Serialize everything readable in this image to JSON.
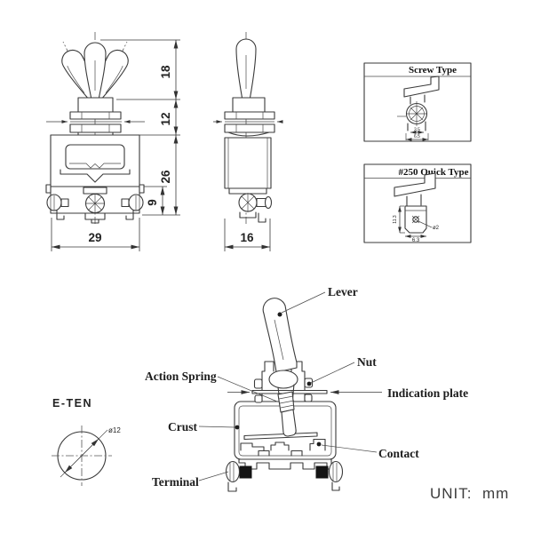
{
  "front_view": {
    "dim_lever_height": "18",
    "dim_bushing_height": "12",
    "dim_body_height": "26",
    "dim_terminal_height": "9",
    "dim_width": "29"
  },
  "side_view": {
    "dim_depth": "16"
  },
  "panels": {
    "screw": {
      "title": "Screw Type",
      "dim_inner": "3.5",
      "dim_outer": "6.5"
    },
    "quick": {
      "title": "#250 Quick Type",
      "dim_height": "11.3",
      "dim_hole": "ø2",
      "dim_width": "6.3"
    }
  },
  "cross_section": {
    "lever": "Lever",
    "nut": "Nut",
    "action_spring": "Action Spring",
    "indication_plate": "Indication plate",
    "crust": "Crust",
    "contact": "Contact",
    "terminal": "Terminal"
  },
  "lever_detail": {
    "brand": "E-TEN",
    "diameter": "ø12"
  },
  "footer": {
    "unit": "UNIT:  mm"
  }
}
